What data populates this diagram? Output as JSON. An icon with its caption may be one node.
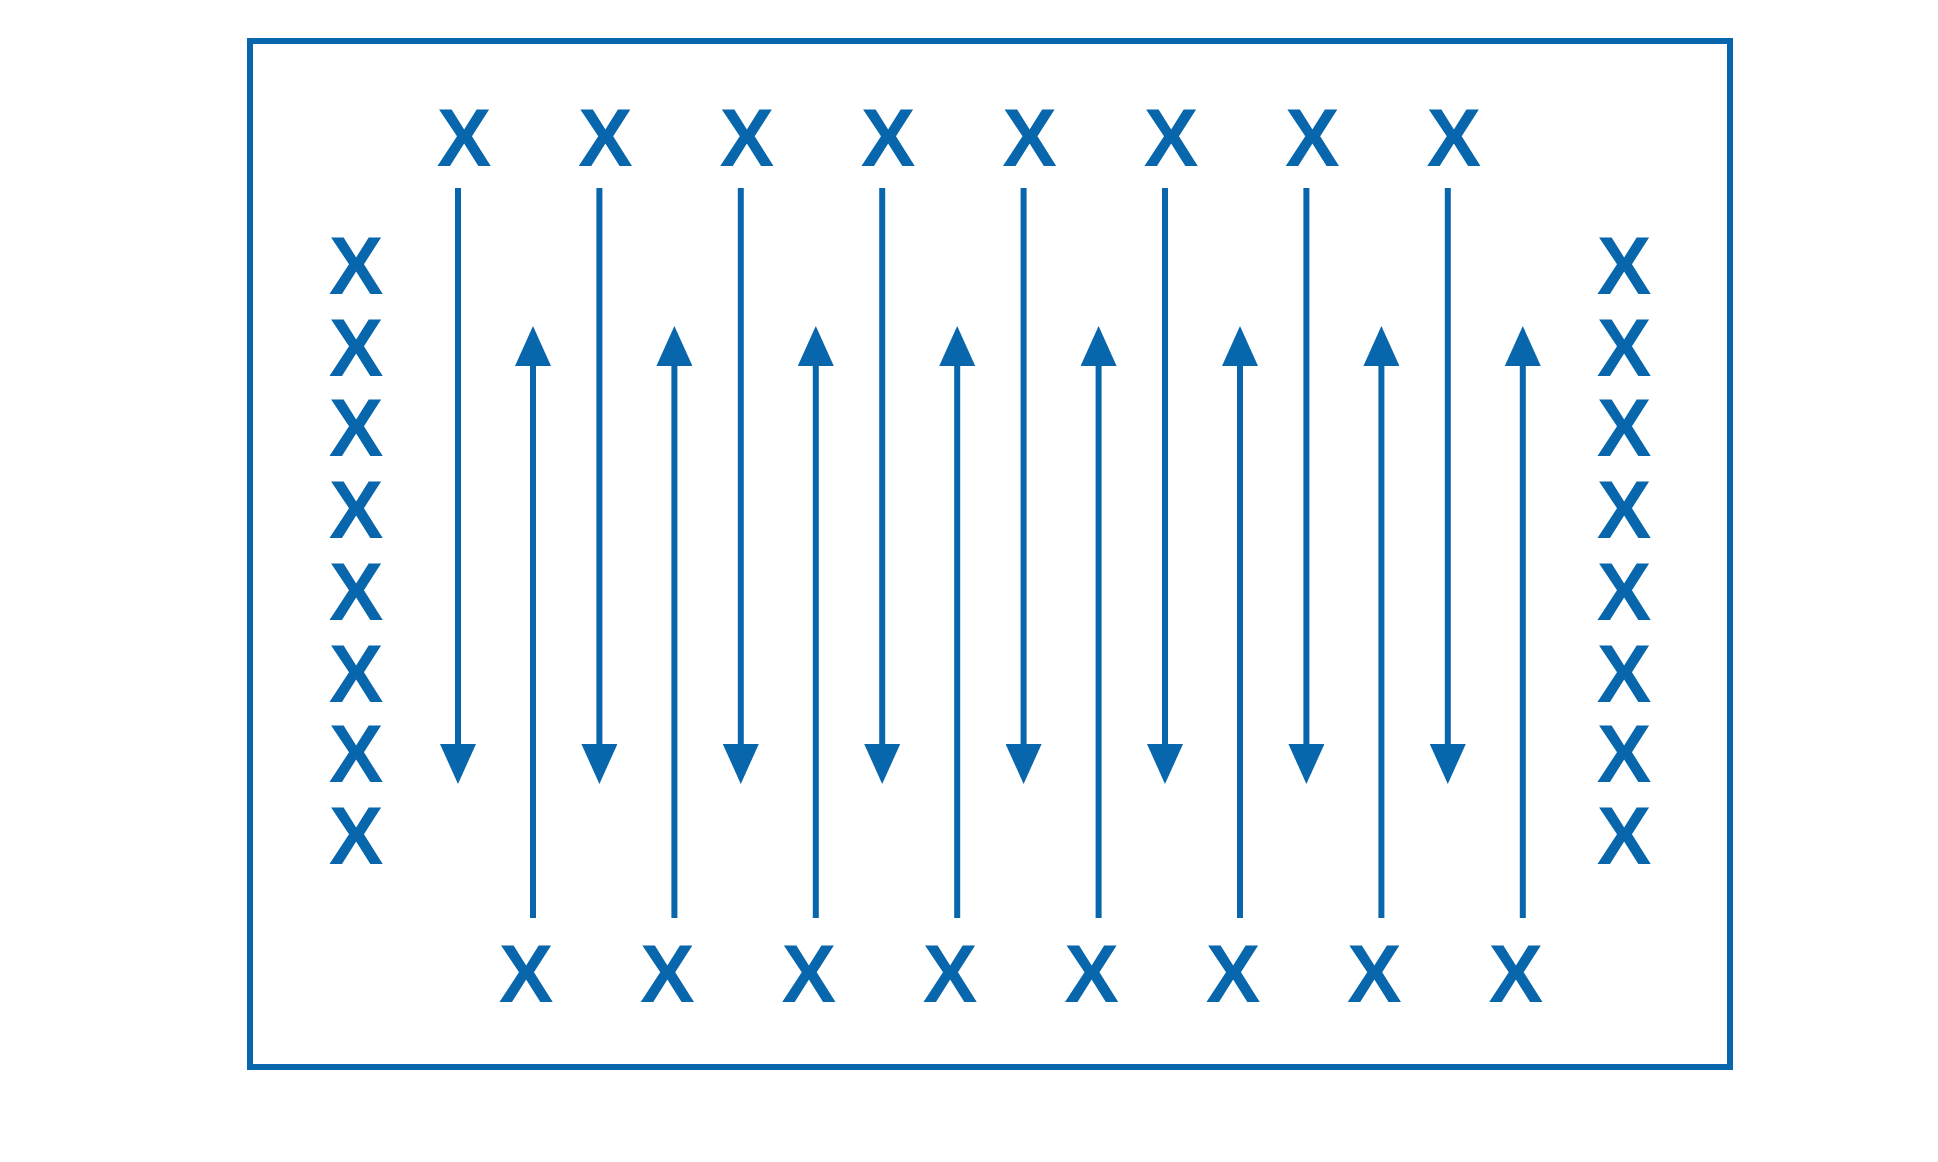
{
  "diagram": {
    "nodes": [
      {
        "text": [
          "X"
        ]
      },
      {
        "text": [
          "X"
        ]
      },
      {
        "text": [
          "X"
        ]
      },
      {
        "text": [
          "X"
        ]
      },
      {
        "text": [
          "X"
        ]
      },
      {
        "text": [
          "X"
        ]
      },
      {
        "text": [
          "X"
        ]
      },
      {
        "text": [
          "X"
        ]
      },
      {
        "text": [
          "X"
        ]
      },
      {
        "text": [
          "X"
        ]
      },
      {
        "text": [
          "X"
        ]
      },
      {
        "text": [
          "X"
        ]
      },
      {
        "text": [
          "X"
        ]
      },
      {
        "text": [
          "X"
        ]
      },
      {
        "text": [
          "X"
        ]
      },
      {
        "text": [
          "X"
        ]
      }
    ],
    "edges": [
      {
        "from": 0,
        "to": null,
        "arrow": "to"
      },
      {
        "from": 1,
        "to": null,
        "arrow": "to"
      },
      {
        "from": 2,
        "to": null,
        "arrow": "to"
      },
      {
        "from": 3,
        "to": null,
        "arrow": "to"
      },
      {
        "from": 4,
        "to": null,
        "arrow": "to"
      },
      {
        "from": 5,
        "to": null,
        "arrow": "to"
      },
      {
        "from": 6,
        "to": null,
        "arrow": "to"
      },
      {
        "from": 7,
        "to": null,
        "arrow": "to"
      },
      {
        "from": 8,
        "to": null,
        "arrow": "to"
      },
      {
        "from": 9,
        "to": null,
        "arrow": "to"
      },
      {
        "from": 10,
        "to": null,
        "arrow": "to"
      },
      {
        "from": 11,
        "to": null,
        "arrow": "to"
      },
      {
        "from": 12,
        "to": null,
        "arrow": "to"
      },
      {
        "from": 13,
        "to": null,
        "arrow": "to"
      },
      {
        "from": 14,
        "to": null,
        "arrow": "to"
      },
      {
        "from": 15,
        "to": null,
        "arrow": "to"
      }
    ],
    "labels": [
      "X",
      "X",
      "X",
      "X",
      "X",
      "X",
      "X",
      "X",
      "X",
      "X",
      "X",
      "X",
      "X",
      "X",
      "X",
      "X"
    ]
  }
}
